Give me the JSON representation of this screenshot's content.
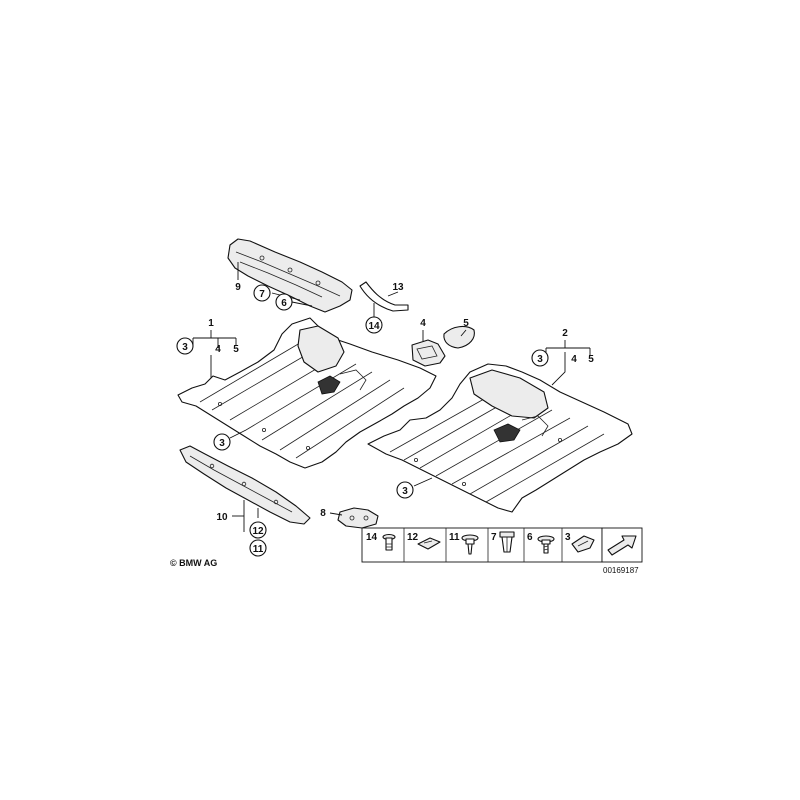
{
  "callouts": {
    "part_1": "1",
    "part_2": "2",
    "part_3_left_top": "3",
    "part_3_left_bottom": "3",
    "part_3_right_top": "3",
    "part_3_right_bottom": "3",
    "part_4_left": "4",
    "part_5_left": "5",
    "part_4_right": "4",
    "part_5_right": "5",
    "part_4_bracket": "4",
    "part_5_plate": "5",
    "part_6_top": "6",
    "part_7_top": "7",
    "part_8": "8",
    "part_9": "9",
    "part_10": "10",
    "part_11_bottom": "11",
    "part_12_bottom": "12",
    "part_13": "13",
    "part_14_top": "14"
  },
  "fastener_strip": {
    "items": [
      {
        "label": "14",
        "icon": "push-rivet-icon"
      },
      {
        "label": "12",
        "icon": "clip-nut-icon"
      },
      {
        "label": "11",
        "icon": "collar-screw-icon"
      },
      {
        "label": "7",
        "icon": "expanding-rivet-icon"
      },
      {
        "label": "6",
        "icon": "hex-bolt-icon"
      },
      {
        "label": "3",
        "icon": "spring-nut-icon"
      }
    ],
    "arrow_icon": "direction-arrow-icon"
  },
  "copyright": "© BMW AG",
  "diagram_number": "00169187"
}
